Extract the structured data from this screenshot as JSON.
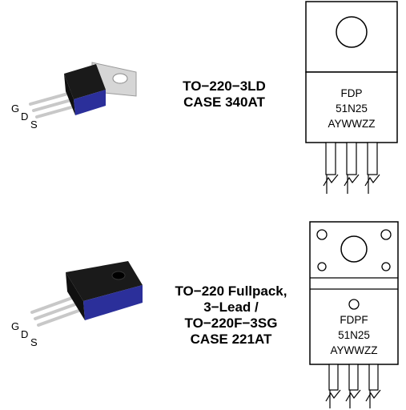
{
  "packages": [
    {
      "case_label_lines": [
        "TO−220−3LD",
        "CASE 340AT"
      ],
      "marking_lines": [
        "FDP",
        "51N25",
        "AYWWZZ"
      ],
      "pins": [
        "G",
        "D",
        "S"
      ]
    },
    {
      "case_label_lines": [
        "TO−220 Fullpack,",
        "3−Lead /",
        "TO−220F−3SG",
        "CASE 221AT"
      ],
      "marking_lines": [
        "FDPF",
        "51N25",
        "AYWWZZ"
      ],
      "pins": [
        "G",
        "D",
        "S"
      ]
    }
  ],
  "colors": {
    "body": "#1a1a1a",
    "bevel": "#2b2f9a",
    "tab": "#d9d9d9",
    "lead": "#cfcfcf"
  }
}
